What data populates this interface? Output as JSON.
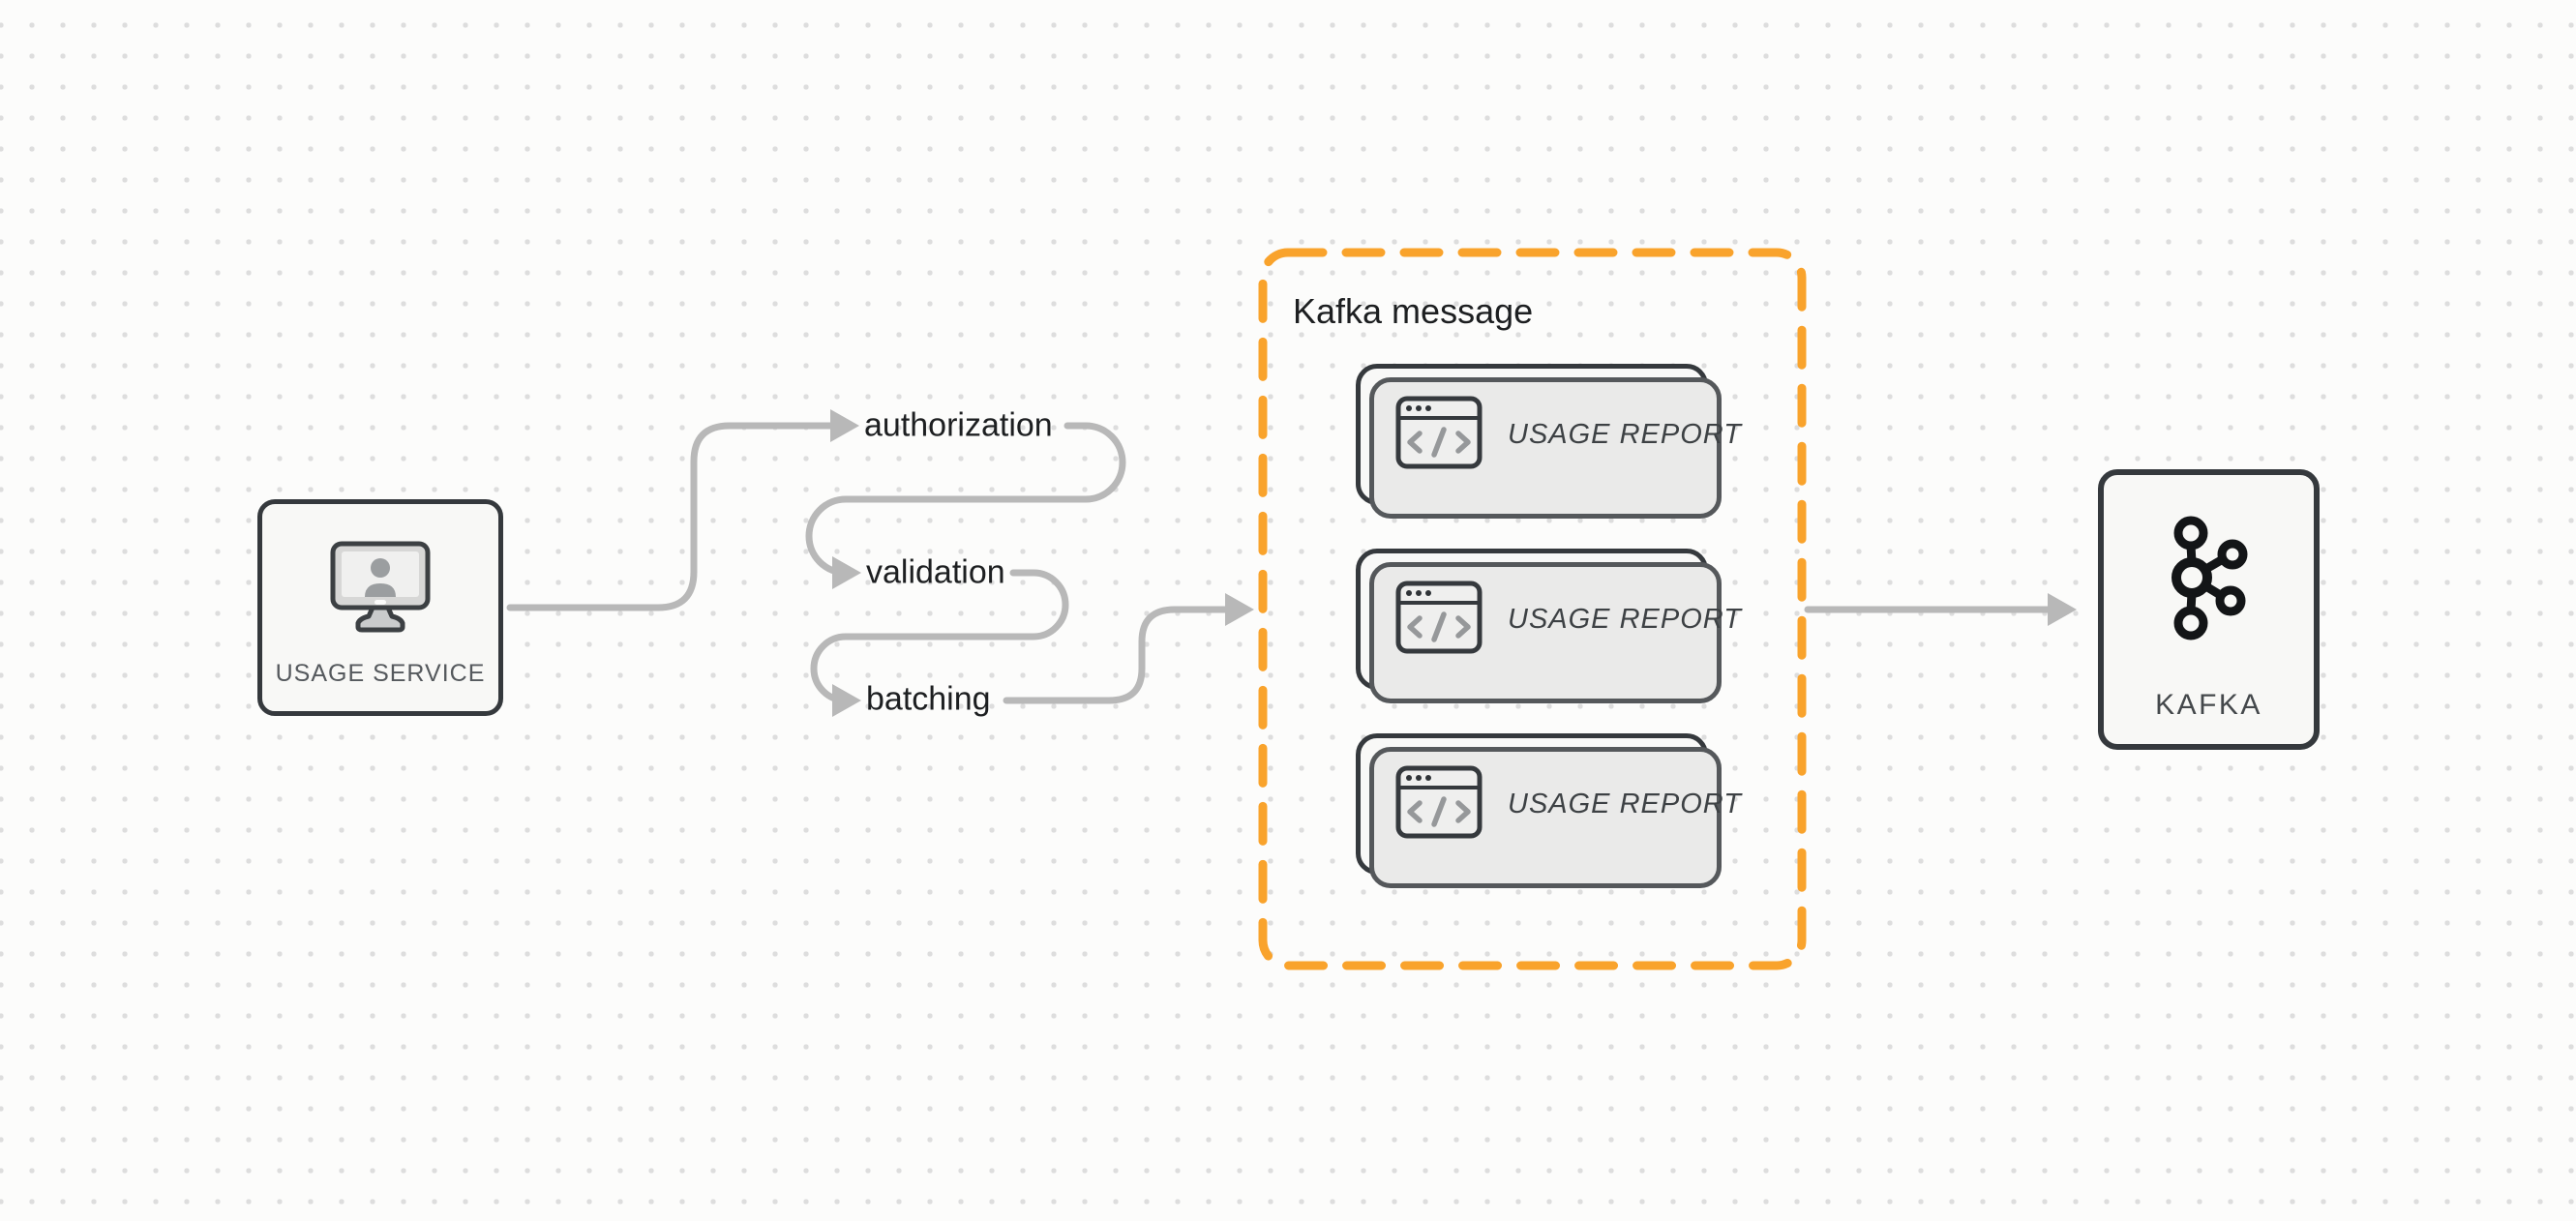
{
  "diagram": {
    "usage_service": {
      "label": "USAGE SERVICE",
      "icon": "monitor-user-icon"
    },
    "pipeline_steps": [
      {
        "label": "authorization"
      },
      {
        "label": "validation"
      },
      {
        "label": "batching"
      }
    ],
    "kafka_message_group": {
      "title": "Kafka message",
      "messages": [
        {
          "label": "USAGE REPORT",
          "icon": "code-window-icon"
        },
        {
          "label": "USAGE REPORT",
          "icon": "code-window-icon"
        },
        {
          "label": "USAGE REPORT",
          "icon": "code-window-icon"
        }
      ]
    },
    "kafka": {
      "label": "KAFKA",
      "icon": "kafka-logo-icon"
    },
    "colors": {
      "accent_orange": "#F9A32C",
      "connector_gray": "#B8B8B8",
      "node_border": "#35393D",
      "canvas_dot": "#DDDDDD"
    }
  }
}
